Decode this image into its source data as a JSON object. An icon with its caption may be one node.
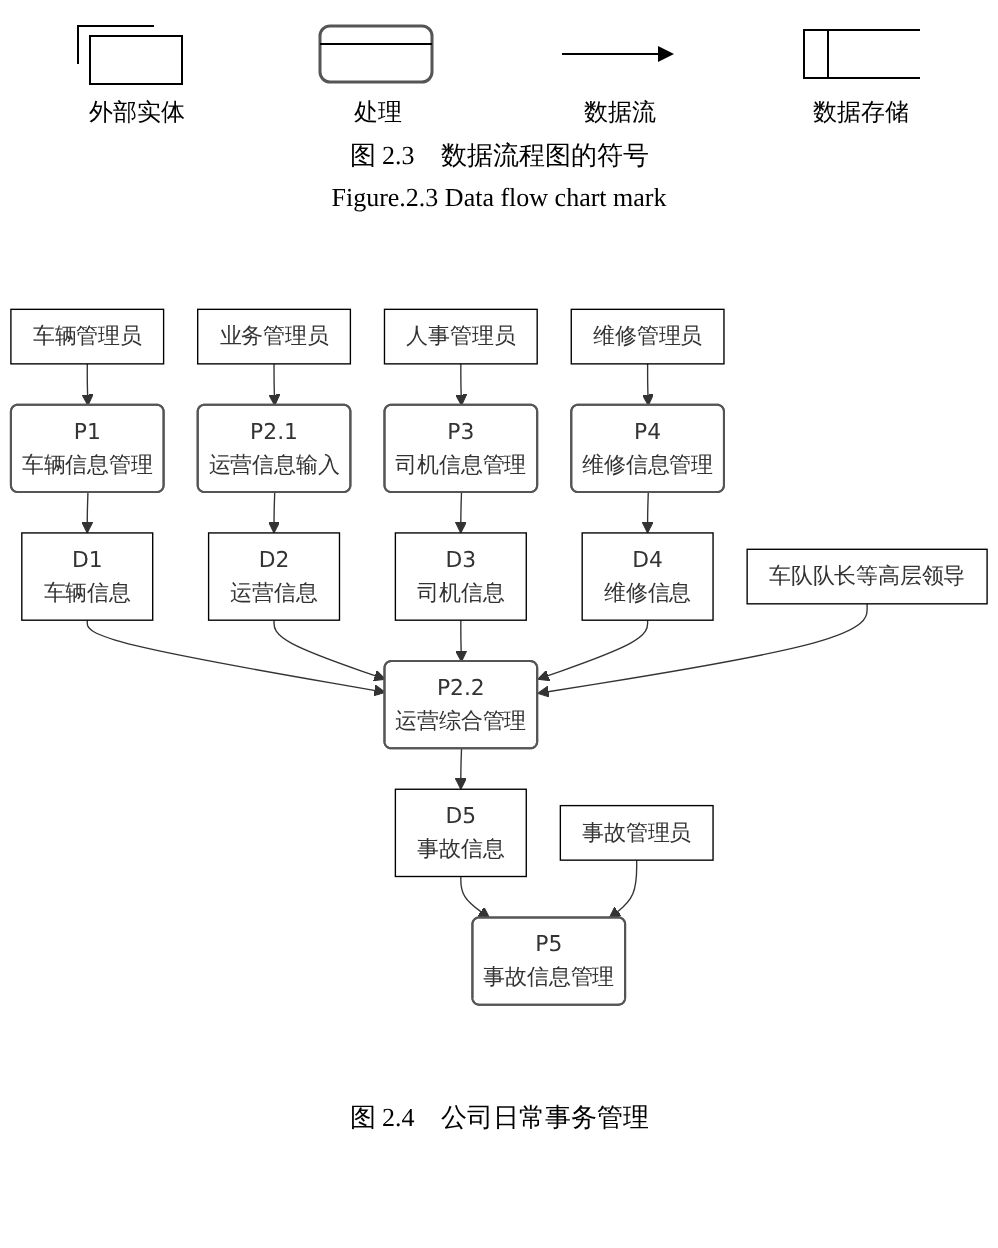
{
  "diagram": {
    "caption": "图 2.4　公司日常事务管理",
    "nodes": [
      {
        "text": [
          "车辆管理员"
        ]
      },
      {
        "text": [
          "业务管理员"
        ]
      },
      {
        "text": [
          "人事管理员"
        ]
      },
      {
        "text": [
          "P1",
          "车辆信息管理"
        ]
      },
      {
        "text": [
          "P2.1",
          "运营信息输入"
        ]
      },
      {
        "text": [
          "P3",
          "司机信息管理"
        ]
      },
      {
        "text": [
          "D1",
          "车辆信息"
        ]
      },
      {
        "text": [
          "D2",
          "运营信息"
        ]
      },
      {
        "text": [
          "D3",
          "司机信息"
        ]
      },
      {
        "text": [
          "P4",
          "维修信息管理"
        ]
      },
      {
        "text": [
          "D4",
          "维修信息"
        ]
      },
      {
        "text": [
          "P2.2",
          "运营综合管理"
        ]
      },
      {
        "text": [
          "D5",
          "事故信息"
        ]
      },
      {
        "text": [
          "P5",
          "事故信息管理"
        ]
      },
      {
        "text": [
          "维修管理员"
        ]
      },
      {
        "text": [
          "车队队长等高层领导"
        ]
      },
      {
        "text": [
          "事故管理员"
        ]
      }
    ],
    "edges": [
      {
        "from": 0,
        "to": 3,
        "arrow": "to"
      },
      {
        "from": 1,
        "to": 4,
        "arrow": "to"
      },
      {
        "from": 2,
        "to": 5,
        "arrow": "to"
      },
      {
        "from": 3,
        "to": 6,
        "arrow": "to"
      },
      {
        "from": 4,
        "to": 7,
        "arrow": "to"
      },
      {
        "from": 5,
        "to": 8,
        "arrow": "to"
      },
      {
        "from": 6,
        "to": 11,
        "arrow": "to"
      },
      {
        "from": 7,
        "to": 11,
        "arrow": "to"
      },
      {
        "from": 8,
        "to": 11,
        "arrow": "to"
      },
      {
        "from": 9,
        "to": 10,
        "arrow": "to"
      },
      {
        "from": 10,
        "to": 11,
        "arrow": "to"
      },
      {
        "from": 11,
        "to": 12,
        "arrow": "to"
      },
      {
        "from": 12,
        "to": 13,
        "arrow": "to"
      },
      {
        "from": 14,
        "to": 9,
        "arrow": "to"
      },
      {
        "from": 15,
        "to": 11,
        "arrow": "to"
      },
      {
        "from": 16,
        "to": 13,
        "arrow": "to"
      }
    ],
    "labels": [
      "图 2.3　数据流程图的符号",
      "Figure.2.3 Data flow chart mark"
    ],
    "legend": [
      {
        "text": "外部实体"
      },
      {
        "text": "处理"
      },
      {
        "text": "数据流"
      },
      {
        "text": "数据存储"
      }
    ]
  }
}
